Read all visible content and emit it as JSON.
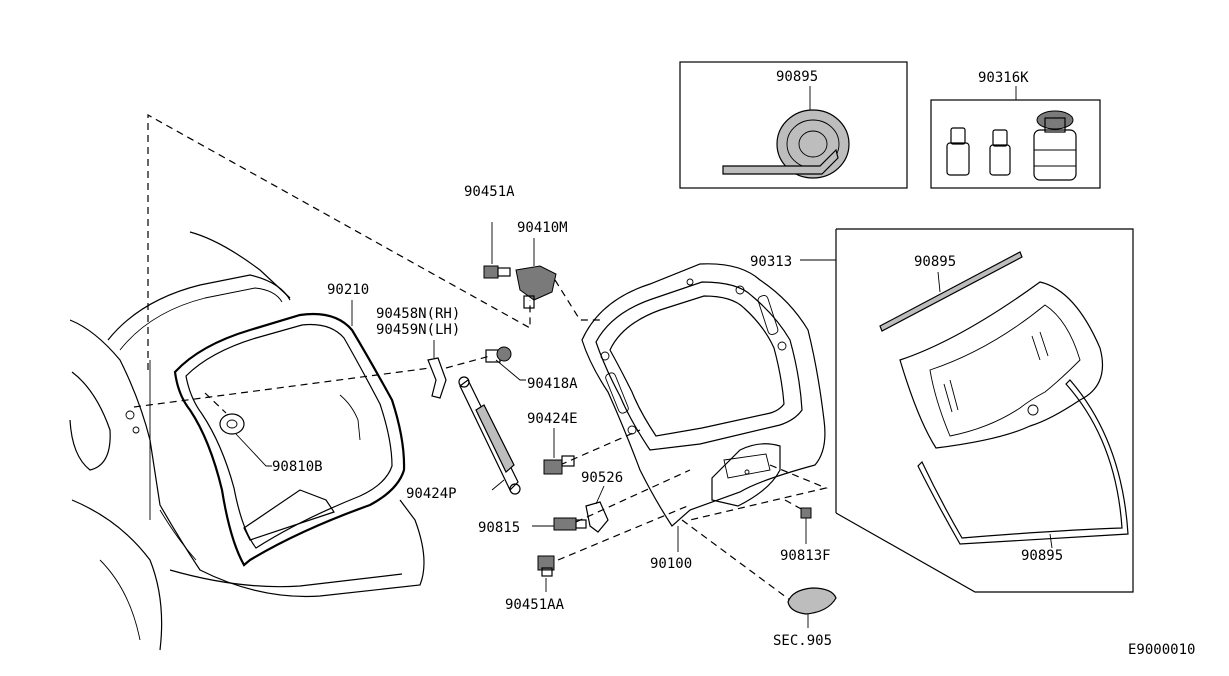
{
  "diagram_id": "E9000010",
  "parts": {
    "p90895_kit": "90895",
    "p90316k": "90316K",
    "p90451a": "90451A",
    "p90410m": "90410M",
    "p90313": "90313",
    "p90895_upper": "90895",
    "p90210": "90210",
    "p90458n": "90458N(RH)",
    "p90459n": "90459N(LH)",
    "p90418a": "90418A",
    "p90424e": "90424E",
    "p90810b": "90810B",
    "p90526": "90526",
    "p90424p": "90424P",
    "p90815": "90815",
    "p90100": "90100",
    "p90813f": "90813F",
    "p90895_lower": "90895",
    "p90451aa": "90451AA",
    "sec905": "SEC.905"
  }
}
